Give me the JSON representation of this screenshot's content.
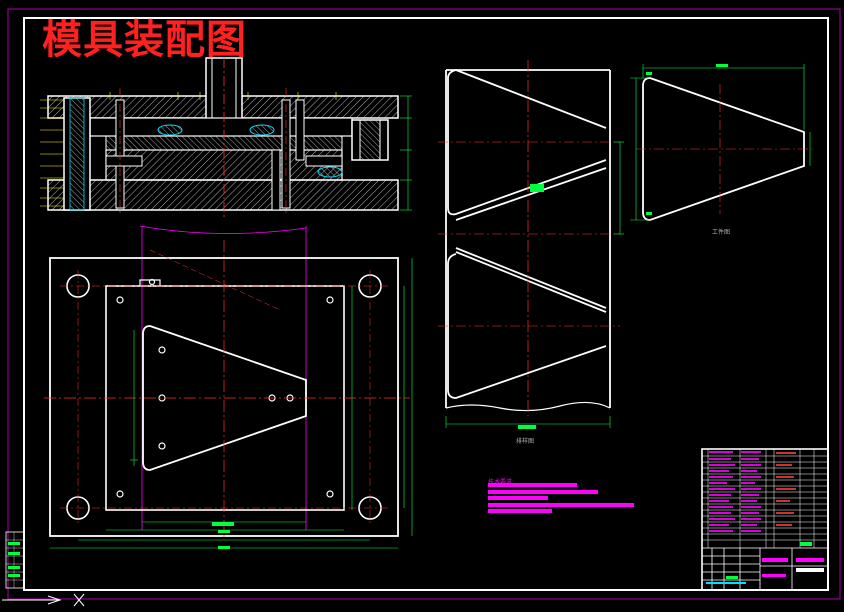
{
  "title": "模具装配图",
  "colors": {
    "background": "#000000",
    "outline": "#ffffff",
    "centerline": "#ff3030",
    "dimension": "#00ff40",
    "hatch": "#00e0ff",
    "leader": "#ffff00",
    "highlight": "#ff00ff"
  },
  "labels": {
    "workpiece_view": "工件图",
    "strip_layout": "排样图",
    "tech_requirements": "技术要求:"
  }
}
